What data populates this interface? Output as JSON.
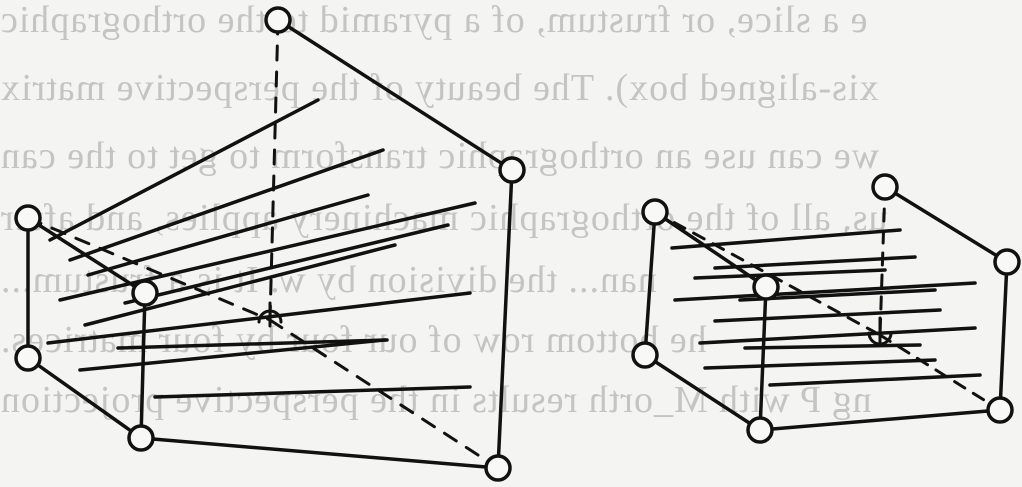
{
  "background_color": "#f4f4f2",
  "ink_color": "#111111",
  "bleed_through_color": "#c4c4c2",
  "bleed_through_lines": [
    "e a slice, or frustum, of a pyramid to the orthographic",
    "xis-aligned box). The beauty of the perspective matrix",
    "we can use an orthographic transform to get to the can",
    "us, all of the orthographic machinery applies, and after",
    "nan... the division by w. It is a frustum...",
    "he bottom row of our four by four matrices.",
    "ng P with M_orth results in the perspective projection"
  ],
  "figures": [
    {
      "name": "view-frustum",
      "shape": "frustum",
      "rendered_as_picture": true
    },
    {
      "name": "canonical-box",
      "shape": "rectangular box",
      "rendered_as_picture": true
    }
  ]
}
